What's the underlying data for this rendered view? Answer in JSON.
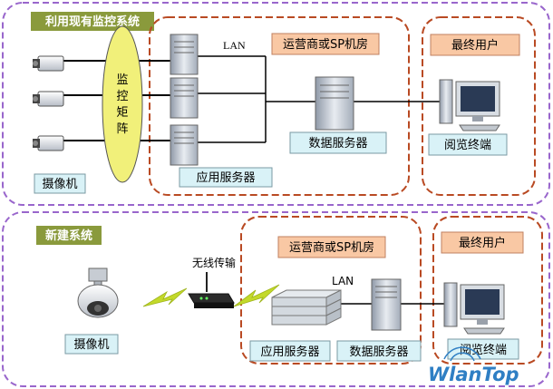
{
  "colors": {
    "section_border": "#9966cc",
    "dashed_region": "#b94a23",
    "green_label_bg": "#8a9a3c",
    "cyan_label_bg": "#d9f2f7",
    "orange_label_bg": "#f9c8a4",
    "matrix_fill": "#f1f07a",
    "link_green": "#c3d92a",
    "line": "#000000"
  },
  "top_section": {
    "title": "利用现有监控系统",
    "camera_label": "摄像机",
    "matrix_label": "监控矩阵",
    "lan_label": "LAN",
    "operator_label": "运营商或SP机房",
    "app_server_label": "应用服务器",
    "data_server_label": "数据服务器",
    "end_user_label": "最终用户",
    "browse_terminal_label": "阅览终端"
  },
  "bottom_section": {
    "title": "新建系统",
    "camera_label": "摄像机",
    "wireless_label": "无线传输",
    "lan_label": "LAN",
    "operator_label": "运营商或SP机房",
    "app_server_label": "应用服务器",
    "data_server_label": "数据服务器",
    "end_user_label": "最终用户",
    "browse_terminal_label": "阅览终端"
  },
  "logo": {
    "text": "WlanTop"
  }
}
